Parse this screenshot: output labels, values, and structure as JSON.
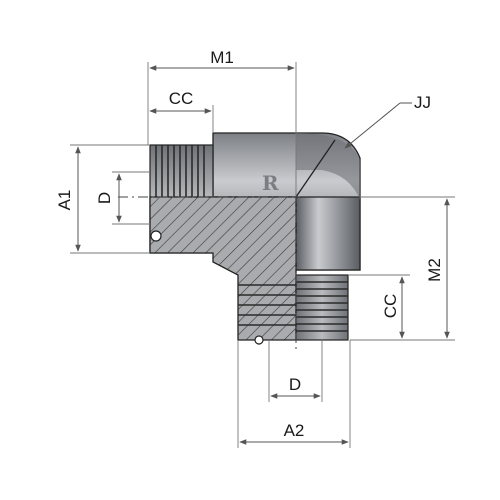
{
  "labels": {
    "m1": "M1",
    "cc_top": "CC",
    "jj": "JJ",
    "a1": "A1",
    "d_left": "D",
    "m2": "M2",
    "cc_right": "CC",
    "d_bottom": "D",
    "a2": "A2"
  },
  "colors": {
    "body_dark": "#5a5d62",
    "body_mid": "#8d9095",
    "body_light": "#c9cbce",
    "thread_face": "#9da0a4",
    "section_fill": "#a9abae",
    "background": "#ffffff"
  },
  "icons": {
    "logo": "r-logo-emboss"
  }
}
